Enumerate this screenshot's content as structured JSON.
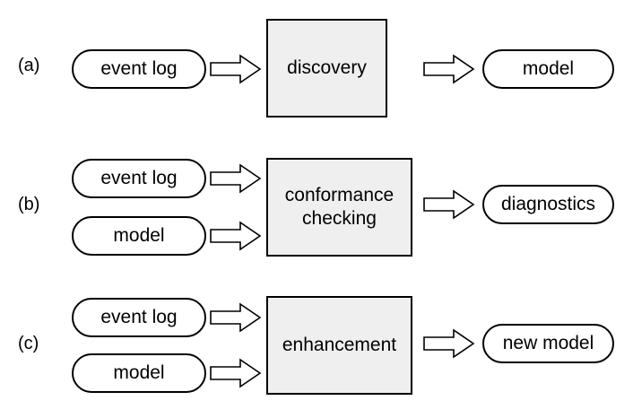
{
  "rows": [
    {
      "label": "(a)",
      "inputs": [
        "event log"
      ],
      "process": "discovery",
      "output": "model"
    },
    {
      "label": "(b)",
      "inputs": [
        "event log",
        "model"
      ],
      "process": "conformance\nchecking",
      "output": "diagnostics"
    },
    {
      "label": "(c)",
      "inputs": [
        "event log",
        "model"
      ],
      "process": "enhancement",
      "output": "new model"
    }
  ]
}
